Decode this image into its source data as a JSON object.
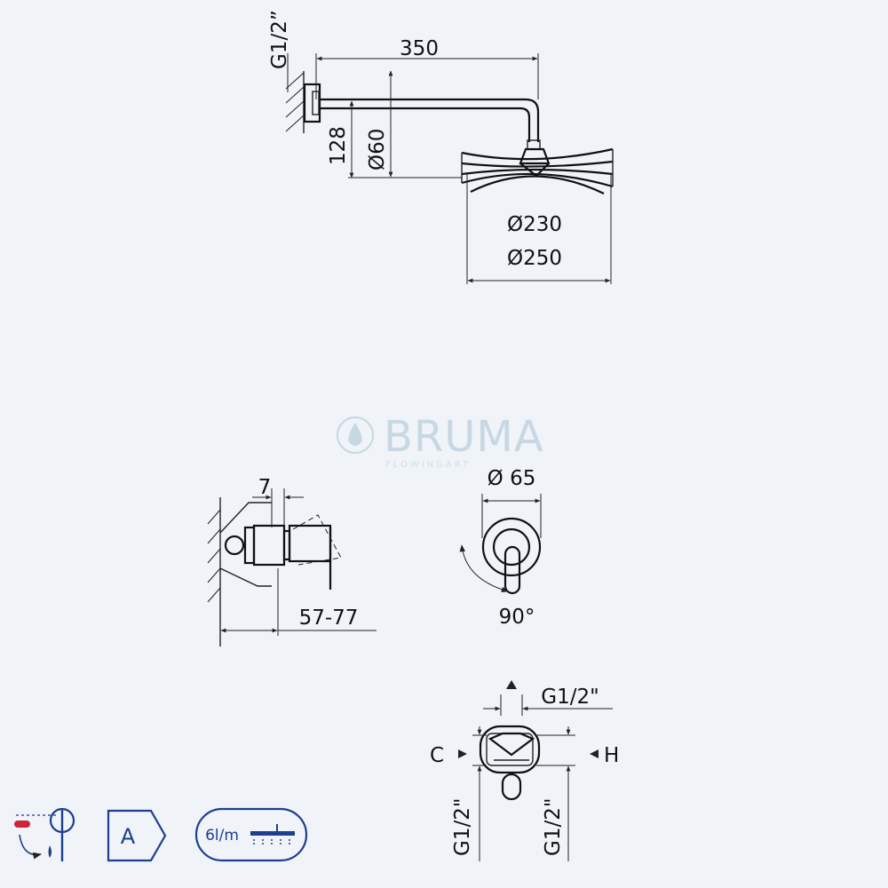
{
  "shower_arm": {
    "thread_label": "G1/2”",
    "length_label": "350",
    "drop_label": "128",
    "flange_diameter_label": "Ø60"
  },
  "shower_head": {
    "inner_diameter_label": "Ø230",
    "outer_diameter_label": "Ø250"
  },
  "watermark": {
    "brand": "BRUMA",
    "tagline": "FLOWINGART"
  },
  "mixer_side": {
    "offset_label": "7",
    "depth_label": "57-77"
  },
  "mixer_front": {
    "plate_diameter_label": "Ø 65",
    "rotation_label": "90°"
  },
  "mixer_body": {
    "outlet_thread_label": "G1/2\"",
    "cold_label": "C",
    "hot_label": "H",
    "left_inlet_label": "G1/2\"",
    "right_inlet_label": "G1/2\""
  },
  "badges": {
    "energy_class": "A",
    "flow_rate": "6l/m"
  },
  "colors": {
    "background": "#f0f3f8",
    "line": "#222222",
    "badge_blue": "#1d3f8f",
    "accent_red": "#d2233c",
    "watermark": "#b9cfdc"
  }
}
